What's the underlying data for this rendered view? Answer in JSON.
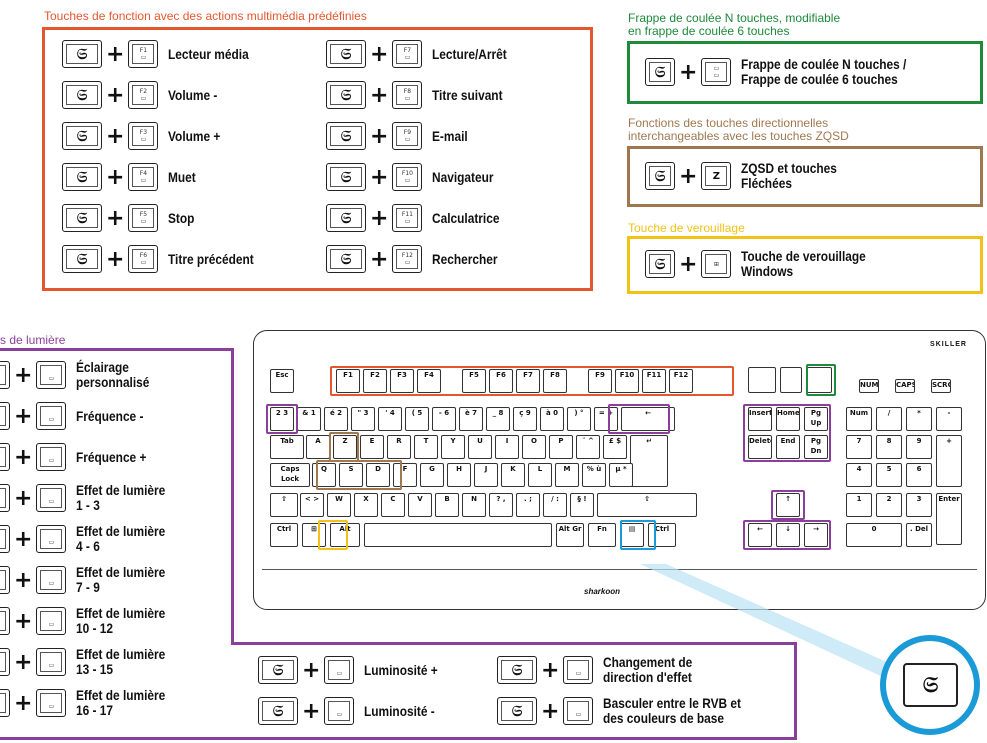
{
  "colors": {
    "orange": "#e4572e",
    "green": "#1e8a3c",
    "brown": "#a07850",
    "yellow": "#f2c218",
    "purple": "#8a3f9a",
    "blue": "#1a9ad6"
  },
  "icons": {
    "sharkoon_key": "sharkoon-logo-icon"
  },
  "sections": {
    "fn_media": {
      "heading": "Touches de fonction avec des actions multimédia prédéfinies",
      "left": [
        "Lecteur média",
        "Volume -",
        "Volume +",
        "Muet",
        "Stop",
        "Titre précédent"
      ],
      "left_keys": [
        "F1",
        "F2",
        "F3",
        "F4",
        "F5",
        "F6"
      ],
      "right": [
        "Lecture/Arrêt",
        "Titre suivant",
        "E-mail",
        "Navigateur",
        "Calculatrice",
        "Rechercher"
      ],
      "right_keys": [
        "F7",
        "F8",
        "F9",
        "F10",
        "F11",
        "F12"
      ]
    },
    "rollover": {
      "heading_line1": "Frappe de coulée N touches, modifiable",
      "heading_line2": "en frappe de coulée 6 touches",
      "label_line1": "Frappe de coulée N touches /",
      "label_line2": "Frappe de coulée 6 touches"
    },
    "zqsd": {
      "heading_line1": "Fonctions des touches directionnelles",
      "heading_line2": "interchangeables avec les touches ZQSD",
      "key": "Z",
      "label_line1": "ZQSD et touches",
      "label_line2": "Fléchées"
    },
    "lock": {
      "heading": "Touche de verouillage",
      "label_line1": "Touche de verouillage",
      "label_line2": "Windows"
    },
    "lighting": {
      "heading": "s de lumière",
      "items": [
        {
          "l1": "Éclairage",
          "l2": "personnalisé"
        },
        {
          "l1": "Fréquence -",
          "l2": ""
        },
        {
          "l1": "Fréquence +",
          "l2": ""
        },
        {
          "l1": "Effet de lumière",
          "l2": "1 - 3"
        },
        {
          "l1": "Effet de lumière",
          "l2": "4 - 6"
        },
        {
          "l1": "Effet de lumière",
          "l2": "7 - 9"
        },
        {
          "l1": "Effet de lumière",
          "l2": "10 - 12"
        },
        {
          "l1": "Effet de lumière",
          "l2": "13 - 15"
        },
        {
          "l1": "Effet de lumière",
          "l2": "16 - 17"
        }
      ],
      "bottom": [
        {
          "l1": "Luminosité +",
          "l2": ""
        },
        {
          "l1": "Luminosité -",
          "l2": ""
        },
        {
          "l1": "Changement de",
          "l2": "direction d'effet"
        },
        {
          "l1": "Basculer entre le RVB et",
          "l2": "des couleurs de base"
        }
      ]
    }
  },
  "keyboard": {
    "brand_top": "SKILLER",
    "brand_bottom": "sharkoon",
    "esc": "Esc",
    "fn_row": [
      "F1",
      "F2",
      "F3",
      "F4",
      "F5",
      "F6",
      "F7",
      "F8",
      "F9",
      "F10",
      "F11",
      "F12"
    ],
    "num_row": [
      "2 3",
      "& 1",
      "é 2",
      "\" 3",
      "' 4",
      "( 5",
      "- 6",
      "è 7",
      "_ 8",
      "ç 9",
      "à 0",
      ") °",
      "= +",
      "←"
    ],
    "row_q": [
      "Tab",
      "A",
      "Z",
      "E",
      "R",
      "T",
      "Y",
      "U",
      "I",
      "O",
      "P",
      "¨ ^",
      "£ $",
      "↵"
    ],
    "row_a": [
      "Caps Lock",
      "Q",
      "S",
      "D",
      "F",
      "G",
      "H",
      "J",
      "K",
      "L",
      "M",
      "% ù",
      "µ *"
    ],
    "row_w": [
      "⇧",
      "< >",
      "W",
      "X",
      "C",
      "V",
      "B",
      "N",
      "? ,",
      ". ;",
      "/ :",
      "§ !",
      "⇧"
    ],
    "row_b": [
      "Ctrl",
      "⊞",
      "Alt",
      "",
      "Alt Gr",
      "Fn",
      "▤",
      "Ctrl"
    ],
    "nav_top": [
      "Insert",
      "Home",
      "Pg Up"
    ],
    "nav_mid": [
      "Delete",
      "End",
      "Pg Dn"
    ],
    "num_lock": [
      "Num",
      "/",
      "*",
      "-"
    ],
    "num_r1": [
      "7",
      "8",
      "9",
      "+"
    ],
    "num_r2": [
      "4",
      "5",
      "6"
    ],
    "num_r3": [
      "1",
      "2",
      "3",
      "Enter"
    ],
    "num_r4": [
      "0",
      ". Del"
    ],
    "leds": [
      "NUM",
      "CAPS",
      "SCROLL"
    ]
  }
}
